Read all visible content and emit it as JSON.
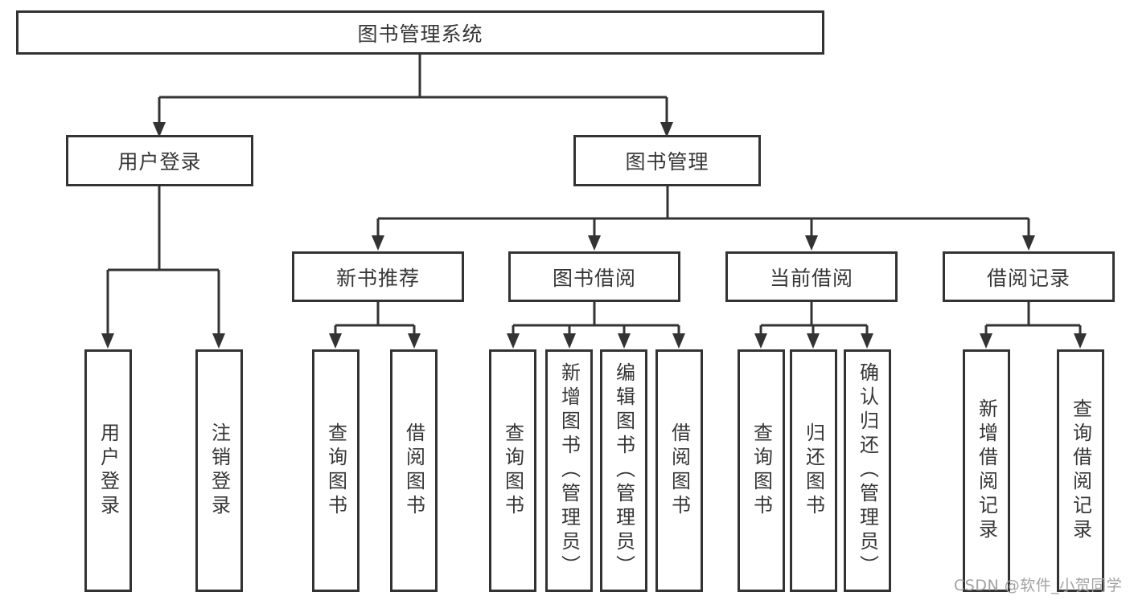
{
  "diagram": {
    "root": {
      "label": "图书管理系统"
    },
    "level2": [
      {
        "label": "用户登录"
      },
      {
        "label": "图书管理"
      }
    ],
    "level3": [
      {
        "label": "新书推荐"
      },
      {
        "label": "图书借阅"
      },
      {
        "label": "当前借阅"
      },
      {
        "label": "借阅记录"
      }
    ],
    "leaves": {
      "user_login": [
        "用户登录",
        "注销登录"
      ],
      "new_book_recommend": [
        "查询图书",
        "借阅图书"
      ],
      "book_borrow": [
        "查询图书",
        "新增图书（管理员）",
        "编辑图书（管理员）",
        "借阅图书"
      ],
      "current_borrow": [
        "查询图书",
        "归还图书",
        "确认归还（管理员）"
      ],
      "borrow_record": [
        "新增借阅记录",
        "查询借阅记录"
      ]
    }
  },
  "watermark": {
    "text": "CSDN @软件_小贺同学"
  },
  "colors": {
    "line": "#333333",
    "text": "#363636",
    "background": "#ffffff",
    "watermark": "#a2a2a2"
  }
}
